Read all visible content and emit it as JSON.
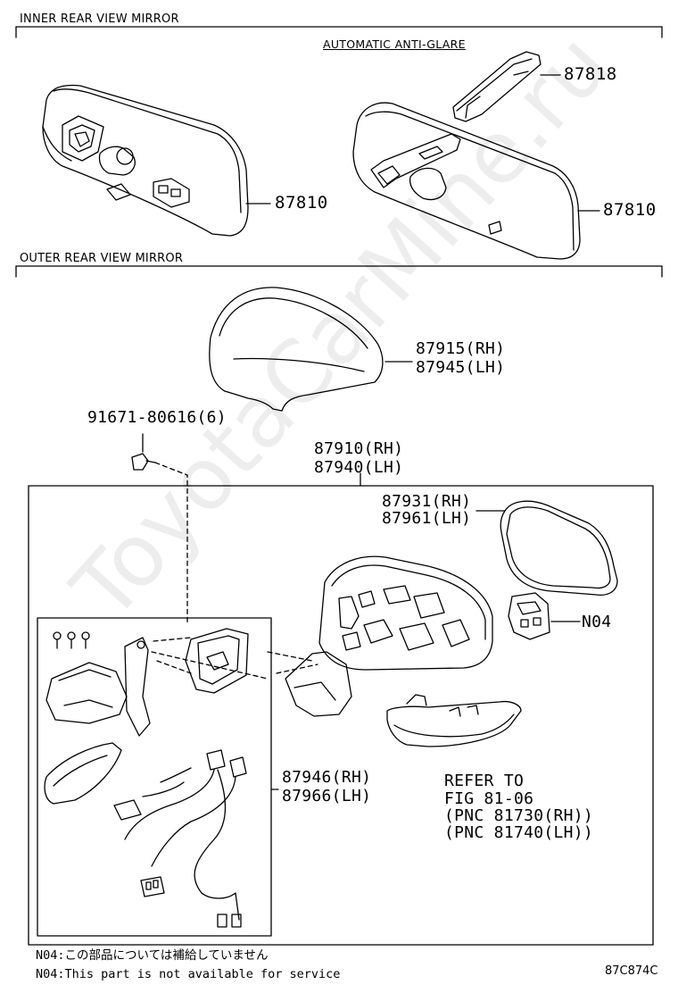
{
  "sections": {
    "inner": "INNER REAR VIEW MIRROR",
    "outer": "OUTER REAR VIEW MIRROR"
  },
  "automatic_label": "AUTOMATIC ANTI-GLARE",
  "parts": {
    "p87818": "87818",
    "p87810_left": "87810",
    "p87810_right": "87810",
    "cover_rh": "87915(RH)",
    "cover_lh": "87945(LH)",
    "bolt": "91671-80616(6)",
    "assy_rh": "87910(RH)",
    "assy_lh": "87940(LH)",
    "glass_rh": "87931(RH)",
    "glass_lh": "87961(LH)",
    "n04": "N04",
    "motor_rh": "87946(RH)",
    "motor_lh": "87966(LH)"
  },
  "refer": {
    "line1": "REFER TO",
    "line2": "FIG 81-06",
    "line3": "(PNC 81730(RH))",
    "line4": "(PNC 81740(LH))"
  },
  "notes": {
    "jp": "N04:この部品については補給していません",
    "en": "N04:This part is not available for service"
  },
  "figure_code": "87C874C",
  "watermark": "ToyotaCarMine.ru"
}
